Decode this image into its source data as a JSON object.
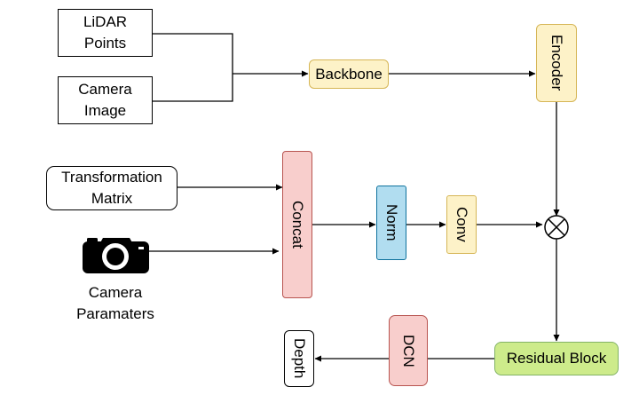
{
  "diagram": {
    "nodes": {
      "lidar": "LiDAR\nPoints",
      "camera_image": "Camera\nImage",
      "backbone": "Backbone",
      "encoder": "Encoder",
      "transformation": "Transformation\nMatrix",
      "concat": "Concat",
      "norm": "Norm",
      "conv": "Conv",
      "residual": "Residual Block",
      "dcn": "DCN",
      "depth": "Depth"
    },
    "camera_params_label": "Camera\nParamaters",
    "operator_symbol": "multiply-circle",
    "colors": {
      "yellow_fill": "#fdf2c8",
      "red_fill": "#f8cecc",
      "blue_fill": "#b1ddf0",
      "green_fill": "#cdeb8b"
    }
  }
}
